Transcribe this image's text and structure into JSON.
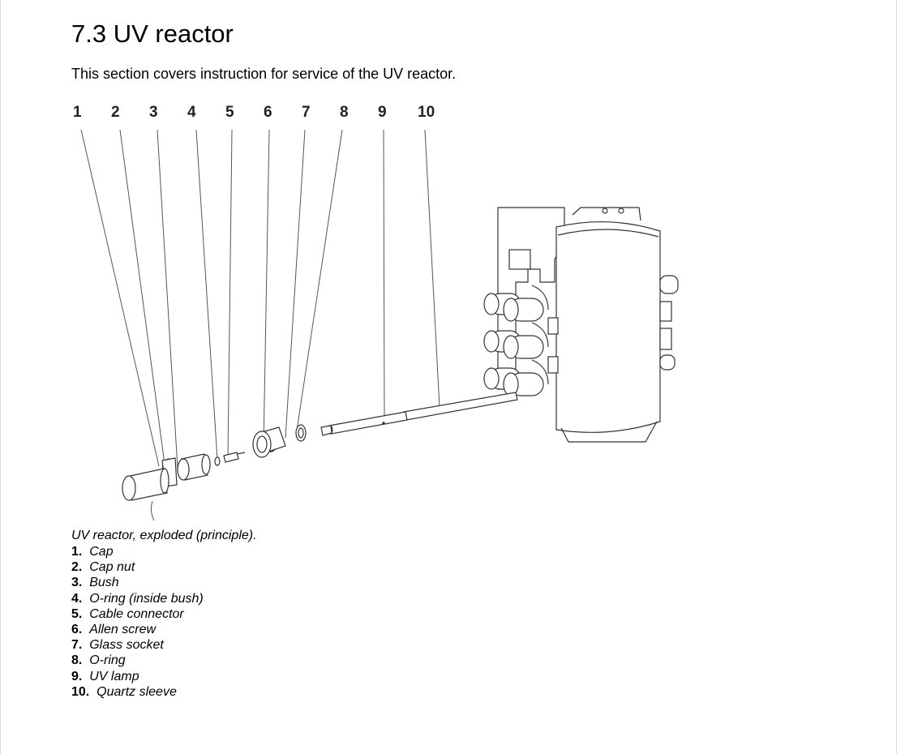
{
  "section": {
    "title": "7.3  UV reactor",
    "intro": "This section covers instruction for service of the UV reactor."
  },
  "figure": {
    "callouts": [
      "1",
      "2",
      "3",
      "4",
      "5",
      "6",
      "7",
      "8",
      "9",
      "10"
    ],
    "caption": "UV reactor, exploded (principle).",
    "legend": [
      {
        "num": "1.",
        "text": "Cap"
      },
      {
        "num": "2.",
        "text": "Cap nut"
      },
      {
        "num": "3.",
        "text": "Bush"
      },
      {
        "num": "4.",
        "text": "O-ring (inside bush)"
      },
      {
        "num": "5.",
        "text": "Cable connector"
      },
      {
        "num": "6.",
        "text": "Allen screw"
      },
      {
        "num": "7.",
        "text": "Glass socket"
      },
      {
        "num": "8.",
        "text": "O-ring"
      },
      {
        "num": "9.",
        "text": "UV lamp"
      },
      {
        "num": "10.",
        "text": "Quartz sleeve"
      }
    ]
  }
}
